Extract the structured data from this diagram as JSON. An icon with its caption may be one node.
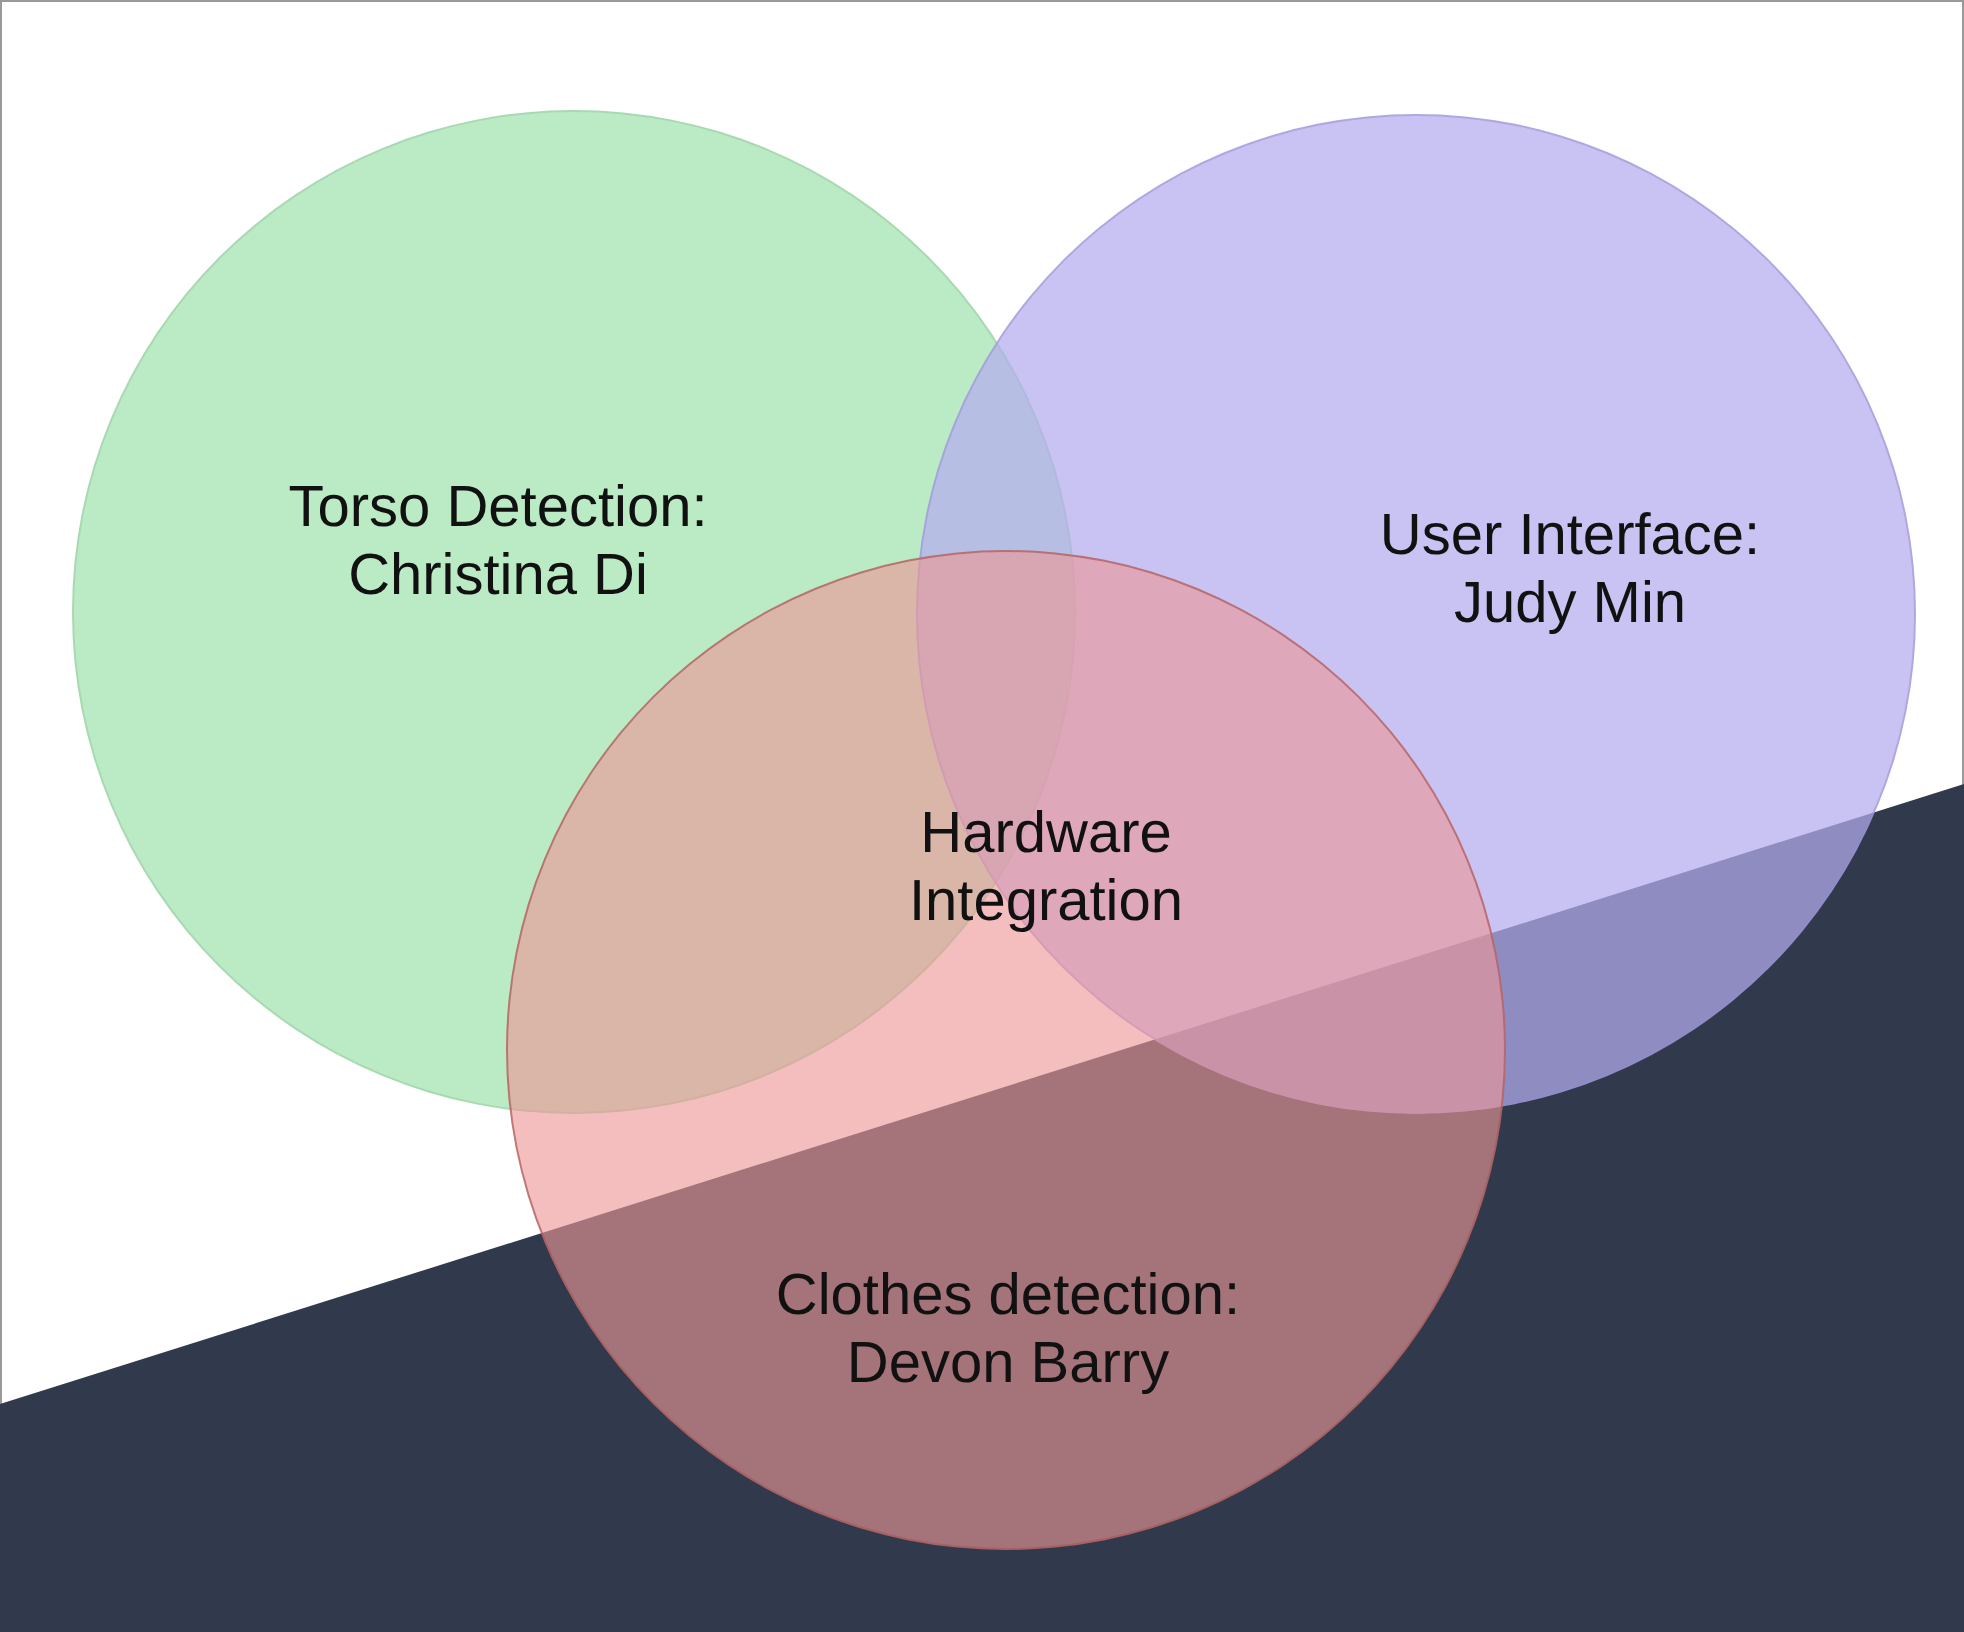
{
  "diagram": {
    "nodes": [
      {
        "text": [
          "Torso Detection: Christina Di"
        ]
      },
      {
        "text": [
          "User Interface: Judy Min"
        ]
      },
      {
        "text": [
          "Clothes detection: Devon Barry"
        ]
      }
    ],
    "labels": [
      "Hardware Integration"
    ]
  }
}
